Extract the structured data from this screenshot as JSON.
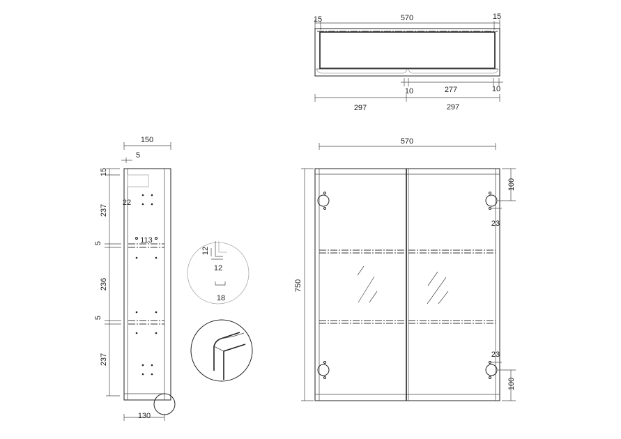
{
  "top_view": {
    "overall_width": "570",
    "side_left": "15",
    "side_right": "15",
    "gap_center": "10",
    "door_inner": "277",
    "gap_right": "10",
    "half_left": "297",
    "half_right": "297"
  },
  "side_view": {
    "depth_top": "150",
    "panel_offset": "5",
    "top_panel": "15",
    "section_top": "237",
    "shelf_1": "5",
    "section_mid": "236",
    "shelf_2": "5",
    "section_bottom": "237",
    "hole_offset": "22",
    "hole_spacing": "113",
    "depth_bottom": "130"
  },
  "detail_view": {
    "edge_vertical": "12",
    "edge_horizontal": "12",
    "groove_width": "18"
  },
  "front_view": {
    "overall_width": "570",
    "overall_height": "750",
    "hinge_top": "100",
    "hinge_top_offset": "23",
    "hinge_bottom_offset": "23",
    "hinge_bottom": "100"
  }
}
